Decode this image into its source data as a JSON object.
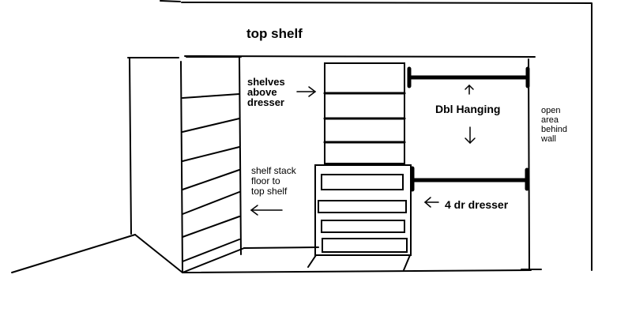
{
  "labels": {
    "top_shelf": "top shelf",
    "shelves_above_dresser": [
      "shelves",
      "above",
      "dresser"
    ],
    "dbl_hanging": "Dbl Hanging",
    "shelf_stack": [
      "shelf stack",
      "floor to",
      "top shelf"
    ],
    "four_dr_dresser": "4 dr dresser",
    "open_area": [
      "open",
      "area",
      "behind",
      "wall"
    ]
  },
  "colors": {
    "ink": "#000000",
    "background": "#ffffff"
  },
  "diagram": {
    "dresser_drawer_count": 4,
    "shelves_above_dresser_count": 4,
    "hanging_rods": 2,
    "side_shelf_stack_count": 8
  }
}
